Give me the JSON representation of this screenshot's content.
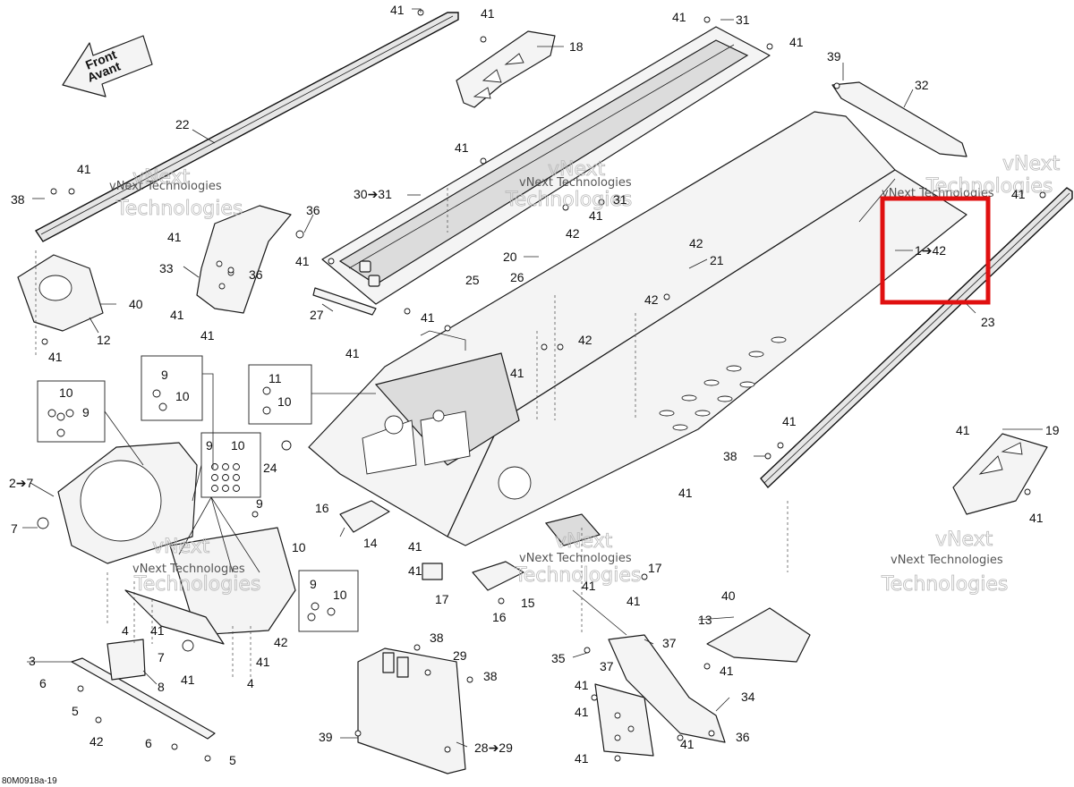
{
  "front_label": {
    "line1": "Front",
    "line2": "Avant"
  },
  "watermark": {
    "small": "vNext Technologies",
    "big1": "vNext",
    "big2": "Technologies"
  },
  "callouts": {
    "c41": "41",
    "c31": "31",
    "c18": "18",
    "c39": "39",
    "c32": "32",
    "c22": "22",
    "c38": "38",
    "c36": "36",
    "c33": "33",
    "c40": "40",
    "c12": "12",
    "c30_31": "30➔31",
    "c20": "20",
    "c21": "21",
    "c42": "42",
    "c27": "27",
    "c25": "25",
    "c26": "26",
    "c1_42": "1➔42",
    "c23": "23",
    "c9": "9",
    "c10": "10",
    "c11": "11",
    "c2_7": "2➔7",
    "c7": "7",
    "c24": "24",
    "c16": "16",
    "c14": "14",
    "c17": "17",
    "c15": "15",
    "c19": "19",
    "c13": "13",
    "c35": "35",
    "c37": "37",
    "c34": "34",
    "c3": "3",
    "c4": "4",
    "c6": "6",
    "c8": "8",
    "c5": "5",
    "c29": "29",
    "c28_29": "28➔29"
  },
  "reference_code": "80M0918a-19",
  "highlight_color": "#e01010"
}
